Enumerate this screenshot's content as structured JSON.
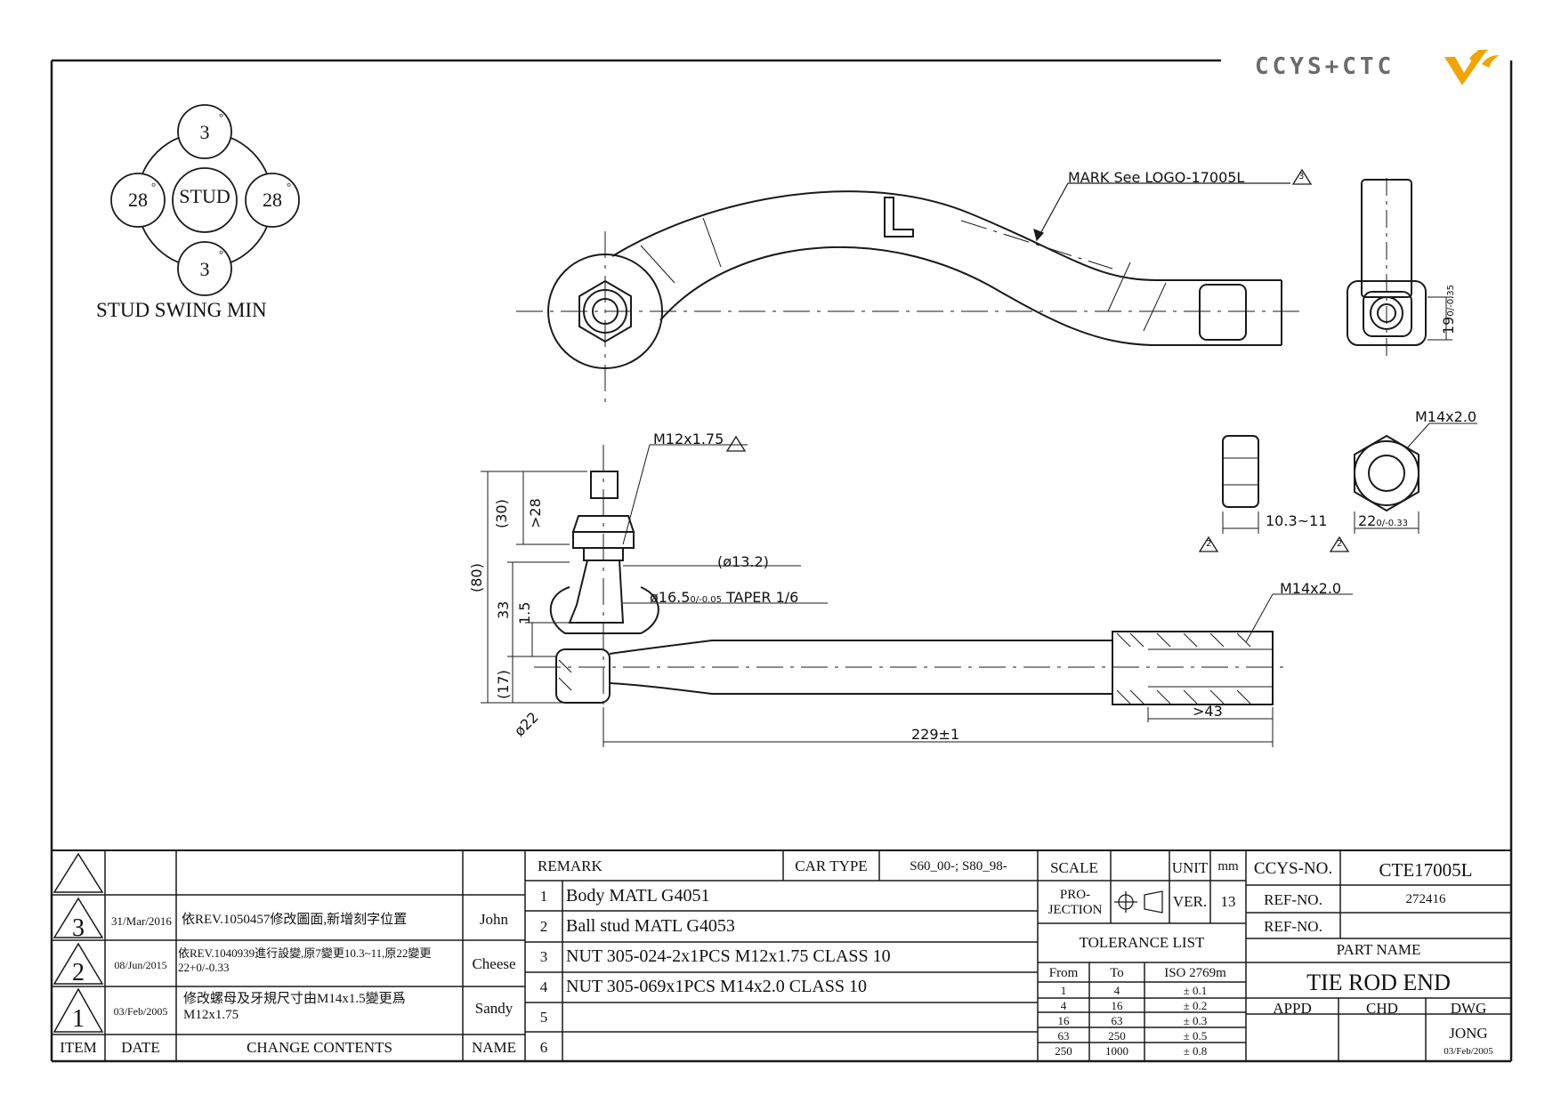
{
  "logo": {
    "text": "CCYS+CTC"
  },
  "drawing": {
    "swing_label": "STUD SWING MIN",
    "swing": {
      "center": "STUD",
      "top": "3",
      "bottom": "3",
      "left": "28",
      "right": "28",
      "unit": "°"
    },
    "side_letter": "L",
    "mark_note": "MARK See LOGO-17005L",
    "rev_flag": "3",
    "dims": {
      "square_h": "19",
      "square_tol": "0/-0.35",
      "nut_thread_top": "M12x1.75",
      "thread_m14_nut": "M14x2.0",
      "nut_height": "10.3~11",
      "nut_width": "22",
      "nut_width_tol": "0/-0.33",
      "nut_flag": "2",
      "d30": "(30)",
      "d28": ">28",
      "d80": "(80)",
      "d33": "33",
      "d15": "1.5",
      "d17": "(17)",
      "d22": "ø22",
      "d132": "(ø13.2)",
      "taper": "ø16.5",
      "taper_tol": "0/-0.05",
      "taper_note": "TAPER 1/6",
      "thread_m14_rod": "M14x2.0",
      "d43": ">43",
      "d229": "229±1"
    }
  },
  "revisions": [
    {
      "item": "3",
      "date": "31/Mar/2016",
      "content": "依REV.1050457修改圖面,新增刻字位置",
      "name": "John"
    },
    {
      "item": "2",
      "date": "08/Jun/2015",
      "content": "依REV.1040939進行設變,原7變更10.3~11,原22變更22+0/-0.33",
      "name": "Cheese"
    },
    {
      "item": "1",
      "date": "03/Feb/2005",
      "content": "修改螺母及牙規尺寸由M14x1.5變更爲M12x1.75",
      "name": "Sandy"
    }
  ],
  "rev_headers": {
    "item": "ITEM",
    "date": "DATE",
    "content": "CHANGE CONTENTS",
    "name": "NAME"
  },
  "remark": {
    "label": "REMARK",
    "car_type_label": "CAR TYPE",
    "car_type": "S60_00-; S80_98-",
    "rows": [
      {
        "no": "1",
        "text": "Body MATL G4051"
      },
      {
        "no": "2",
        "text": "Ball stud MATL G4053"
      },
      {
        "no": "3",
        "text": "NUT 305-024-2x1PCS M12x1.75 CLASS 10"
      },
      {
        "no": "4",
        "text": "NUT 305-069x1PCS M14x2.0 CLASS 10"
      },
      {
        "no": "5",
        "text": ""
      },
      {
        "no": "6",
        "text": ""
      }
    ]
  },
  "title_block": {
    "scale_label": "SCALE",
    "unit_label": "UNIT",
    "unit": "mm",
    "projection_label": "PRO-JECTION",
    "ver_label": "VER.",
    "ver": "13",
    "ccys_no_label": "CCYS-NO.",
    "ccys_no": "CTE17005L",
    "ref_no_label": "REF-NO.",
    "ref_no": "272416",
    "ref_no2_label": "REF-NO.",
    "ref_no2": "",
    "tolerance_title": "TOLERANCE LIST",
    "tol_headers": [
      "From",
      "To",
      "ISO 2769m"
    ],
    "tolerances": [
      [
        "1",
        "4",
        "± 0.1"
      ],
      [
        "4",
        "16",
        "± 0.2"
      ],
      [
        "16",
        "63",
        "± 0.3"
      ],
      [
        "63",
        "250",
        "± 0.5"
      ],
      [
        "250",
        "1000",
        "± 0.8"
      ]
    ],
    "part_name_label": "PART NAME",
    "part_name": "TIE ROD END",
    "appd_label": "APPD",
    "chd_label": "CHD",
    "dwg_label": "DWG",
    "dwg_by": "JONG",
    "dwg_date": "03/Feb/2005"
  },
  "colors": {
    "line": "#1a1a1a",
    "logo_text": "#6b6b6b",
    "logo_accent": "#f0a500"
  }
}
